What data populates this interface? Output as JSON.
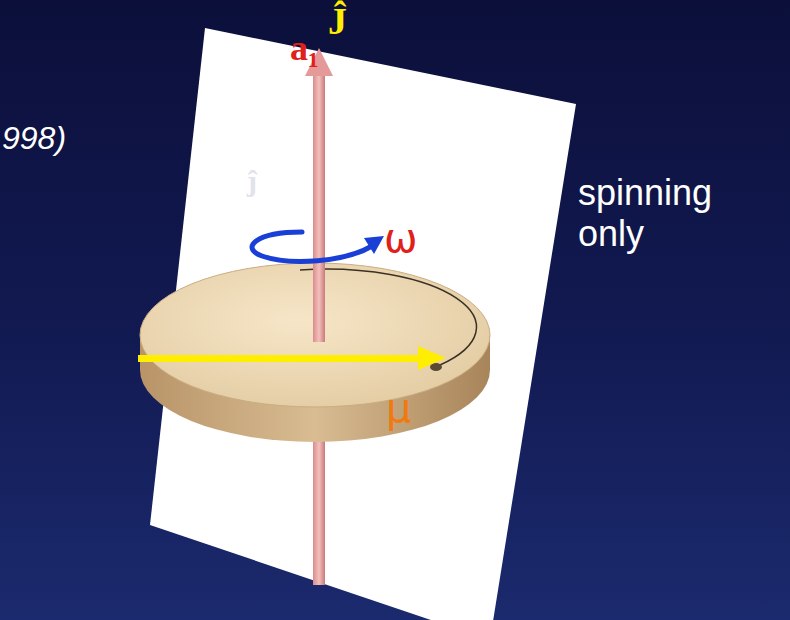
{
  "diagram": {
    "labels": [
      "998)",
      "Ĵ",
      "a₁",
      "ĵ",
      "ω",
      "μ",
      "spinning only"
    ]
  }
}
